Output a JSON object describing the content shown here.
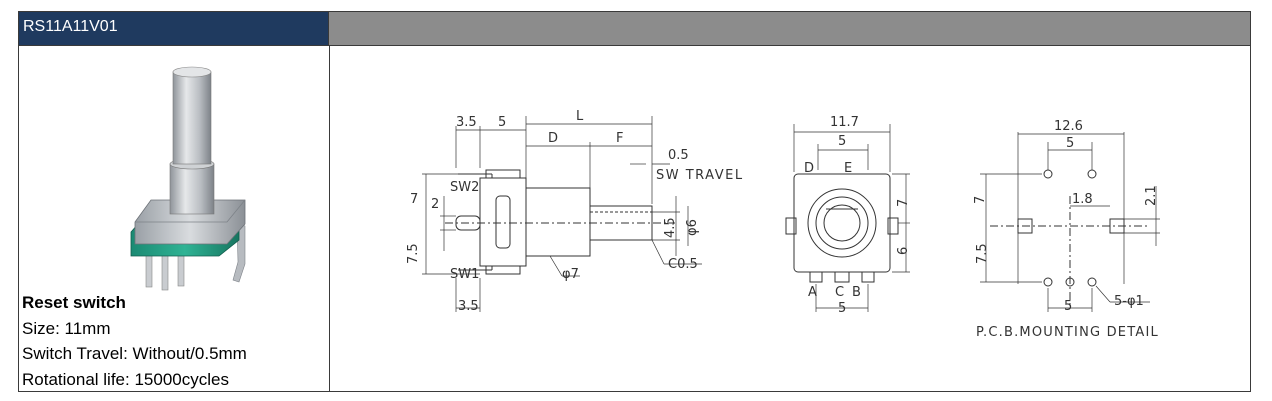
{
  "header": {
    "model": "RS11A11V01"
  },
  "specs": {
    "title": "Reset switch",
    "size": "Size: 11mm",
    "travel": "Switch Travel: Without/0.5mm",
    "life": "Rotational life: 15000cycles"
  },
  "side_view": {
    "dim_35_top": "3.5",
    "dim_5": "5",
    "dim_L": "L",
    "dim_D": "D",
    "dim_F": "F",
    "dim_05": "0.5",
    "sw_travel": "SW TRAVEL",
    "sw2": "SW2",
    "sw1": "SW1",
    "dim_7": "7",
    "dim_2": "2",
    "dim_75": "7.5",
    "dim_45": "4.5",
    "dim_phi6": "φ6",
    "dim_phi7": "φ7",
    "dim_c05": "C0.5",
    "dim_35_bottom": "3.5"
  },
  "front_view": {
    "dim_117": "11.7",
    "dim_5_top": "5",
    "label_D": "D",
    "label_E": "E",
    "dim_7": "7",
    "dim_6": "6",
    "label_A": "A",
    "label_C": "C",
    "label_B": "B",
    "dim_5_bottom": "5"
  },
  "pcb_view": {
    "dim_126": "12.6",
    "dim_5_top": "5",
    "dim_18": "1.8",
    "dim_21": "2.1",
    "dim_7": "7",
    "dim_75": "7.5",
    "dim_5_bottom": "5",
    "holes": "5-φ1",
    "caption": "P.C.B.MOUNTING DETAIL"
  }
}
